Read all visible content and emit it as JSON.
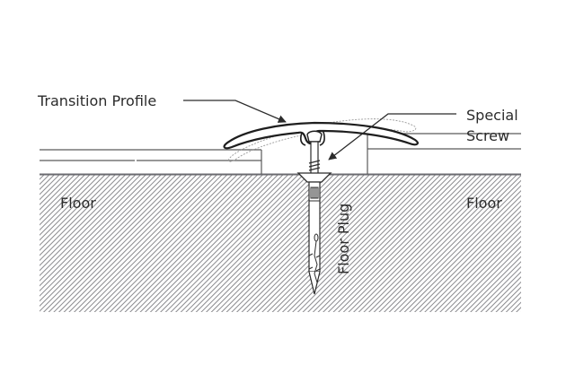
{
  "title": "Transition profile installation cross-section",
  "labels": {
    "transition_profile": "Transition Profile",
    "special_screw_line1": "Special",
    "special_screw_line2": "Screw",
    "floor_left": "Floor",
    "floor_right": "Floor",
    "floor_plug": "Floor Plug"
  },
  "colors": {
    "line": "#2b2b2b",
    "hatch": "#8a8a8e",
    "floor_edge": "#6b6b70",
    "ghost": "#9a9a9a",
    "background": "#ffffff"
  }
}
